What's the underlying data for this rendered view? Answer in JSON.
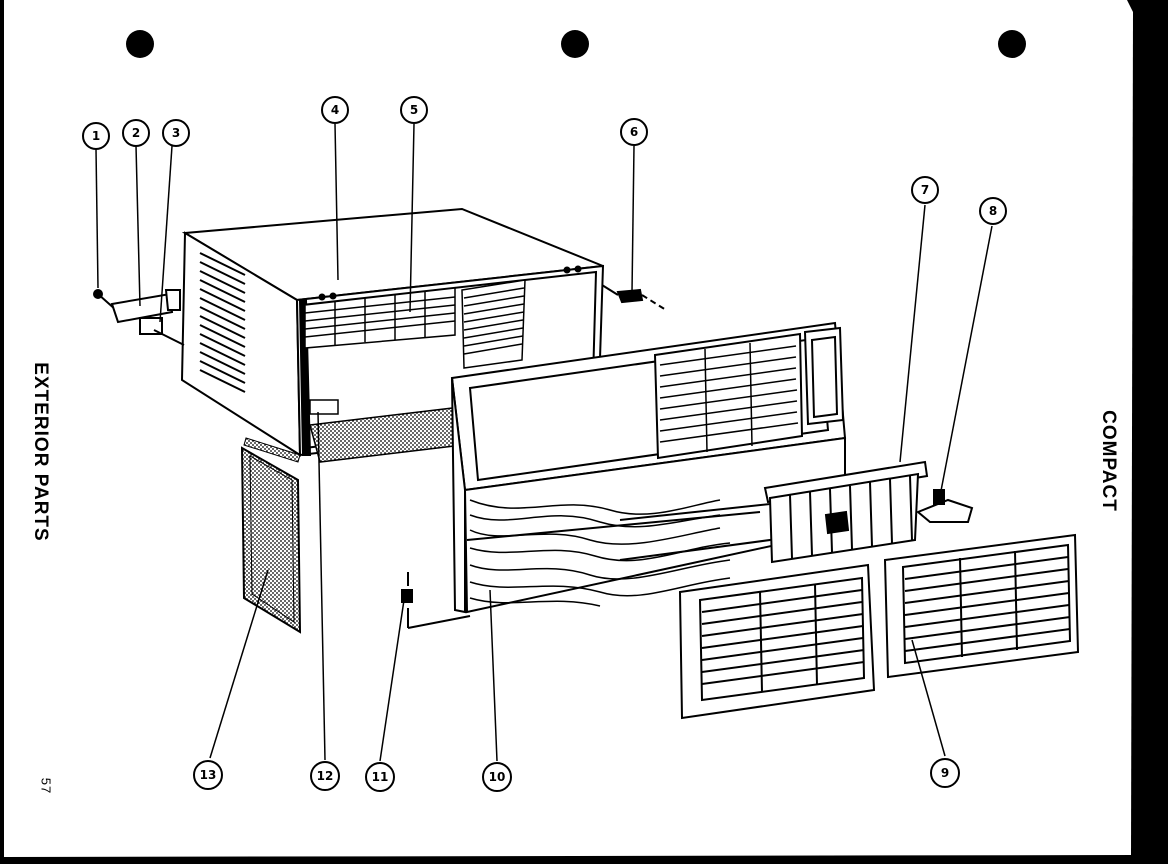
{
  "page": {
    "left_title": "EXTERIOR PARTS",
    "right_title": "COMPACT",
    "page_number": "57"
  },
  "callouts": [
    "1",
    "2",
    "3",
    "4",
    "5",
    "6",
    "7",
    "8",
    "9",
    "10",
    "11",
    "12",
    "13"
  ],
  "colors": {
    "background": "#000000",
    "paper": "#ffffff",
    "ink": "#000000"
  }
}
